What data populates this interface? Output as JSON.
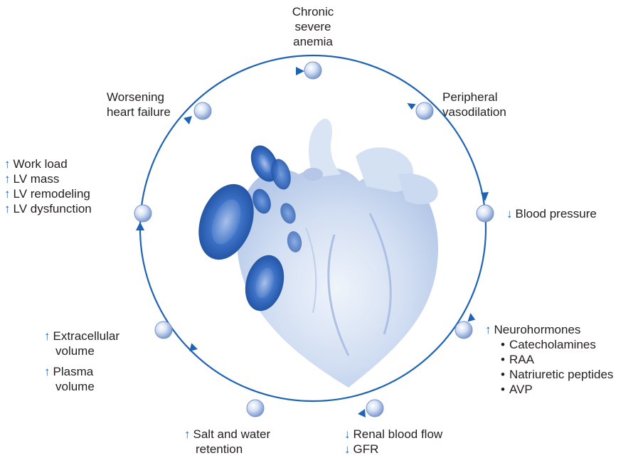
{
  "colors": {
    "circle_line": "#1f64b4",
    "arrow_text": "#1f64b4",
    "node_fill_light": "#eaf0fb",
    "node_fill_dark": "#8aa4d6",
    "heart_light": "#dbe5f6",
    "heart_mid": "#b9cbea",
    "rbc_dark": "#2f63b8",
    "rbc_light": "#6b93d6",
    "text": "#231f20"
  },
  "icons": {
    "increase": "up-arrow-icon",
    "decrease": "down-arrow-icon"
  },
  "cycle": {
    "chronic_anemia": {
      "lines": [
        "Chronic",
        "severe",
        "anemia"
      ]
    },
    "peripheral_vasodilation": {
      "lines": [
        "Peripheral",
        "vasodilation"
      ]
    },
    "blood_pressure": {
      "arrow": "↓",
      "text": "Blood pressure"
    },
    "neurohormones": {
      "arrow": "↑",
      "text": "Neurohormones",
      "bullet": "•",
      "items": [
        "Catecholamines",
        "RAA",
        "Natriuretic peptides",
        "AVP"
      ]
    },
    "renal": {
      "lines": [
        {
          "arrow": "↓",
          "text": "Renal blood flow"
        },
        {
          "arrow": "↓",
          "text": "GFR"
        }
      ]
    },
    "salt_water": {
      "arrow": "↑",
      "lines": [
        "Salt and water",
        "retention"
      ]
    },
    "volume": {
      "extracellular": {
        "arrow": "↑",
        "lines": [
          "Extracellular",
          "volume"
        ]
      },
      "plasma": {
        "arrow": "↑",
        "lines": [
          "Plasma",
          "volume"
        ]
      }
    },
    "lv": {
      "items": [
        {
          "arrow": "↑",
          "text": "Work load"
        },
        {
          "arrow": "↑",
          "text": "LV mass"
        },
        {
          "arrow": "↑",
          "text": "LV remodeling"
        },
        {
          "arrow": "↑",
          "text": "LV dysfunction"
        }
      ]
    },
    "heart_failure": {
      "lines": [
        "Worsening",
        "heart failure"
      ]
    }
  }
}
